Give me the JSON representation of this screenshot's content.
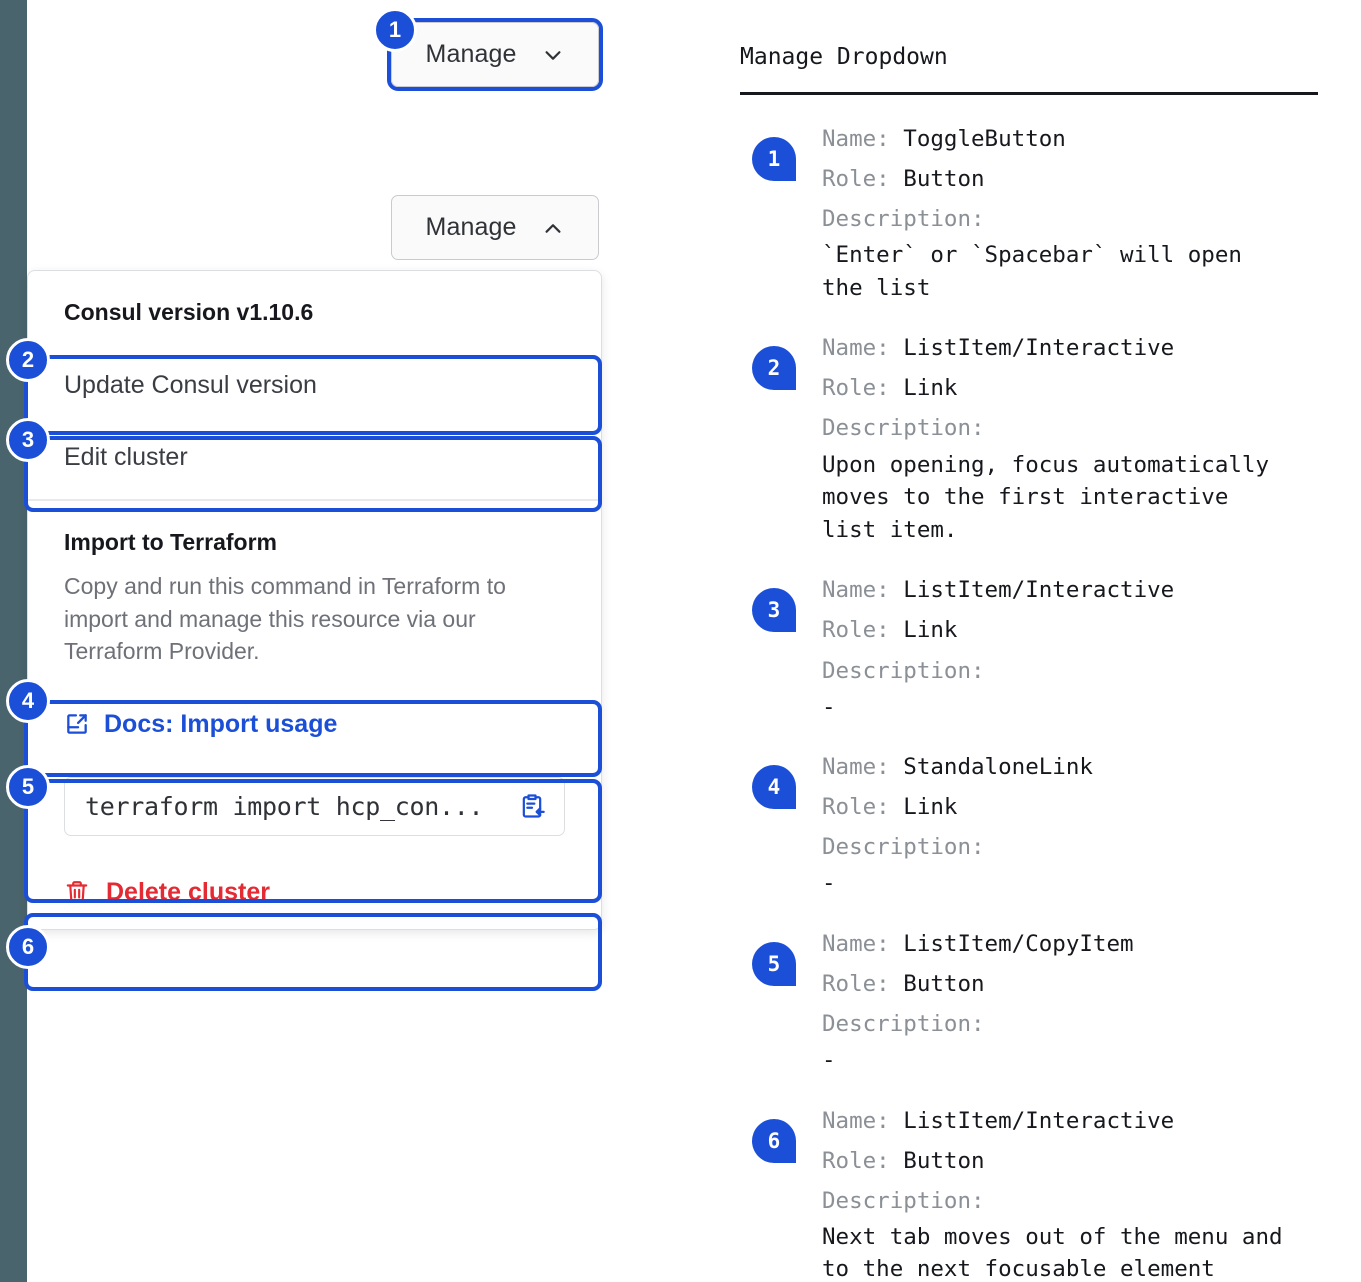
{
  "theme": {
    "accent_blue": "#1c4fd8",
    "danger_red": "#e42a32",
    "rail_color": "#4a646d",
    "muted_text": "#6e7178"
  },
  "left_pane": {
    "toggle_closed": {
      "label": "Manage",
      "icon": "chevron-down-icon",
      "badge": "1"
    },
    "toggle_open": {
      "label": "Manage",
      "icon": "chevron-up-icon"
    },
    "dropdown": {
      "section_title": "Consul version v1.10.6",
      "items": [
        {
          "label": "Update Consul version",
          "badge": "2"
        },
        {
          "label": "Edit cluster",
          "badge": "3"
        }
      ],
      "terraform": {
        "title": "Import to Terraform",
        "description": "Copy and run this command in Terraform to import and manage this resource via our Terraform Provider.",
        "docs_link": {
          "label": "Docs: Import usage",
          "icon": "external-link-icon",
          "badge": "4"
        },
        "copy_row": {
          "command": "terraform import hcp_con...",
          "icon": "copy-clipboard-icon",
          "badge": "5"
        }
      },
      "delete": {
        "label": "Delete cluster",
        "icon": "trash-icon",
        "badge": "6"
      }
    }
  },
  "doc_pane": {
    "title": "Manage Dropdown",
    "labels": {
      "name": "Name:",
      "role": "Role:",
      "description": "Description:"
    },
    "entries": [
      {
        "badge": "1",
        "name": "ToggleButton",
        "role": "Button",
        "description": "`Enter` or `Spacebar` will open\nthe list"
      },
      {
        "badge": "2",
        "name": "ListItem/Interactive",
        "role": "Link",
        "description": "Upon opening, focus automatically\nmoves to the first interactive\nlist item."
      },
      {
        "badge": "3",
        "name": "ListItem/Interactive",
        "role": "Link",
        "description": "-"
      },
      {
        "badge": "4",
        "name": "StandaloneLink",
        "role": "Link",
        "description": "-"
      },
      {
        "badge": "5",
        "name": "ListItem/CopyItem",
        "role": "Button",
        "description": "-"
      },
      {
        "badge": "6",
        "name": "ListItem/Interactive",
        "role": "Button",
        "description": "Next tab moves out of the menu and\nto the next focusable element"
      }
    ]
  }
}
